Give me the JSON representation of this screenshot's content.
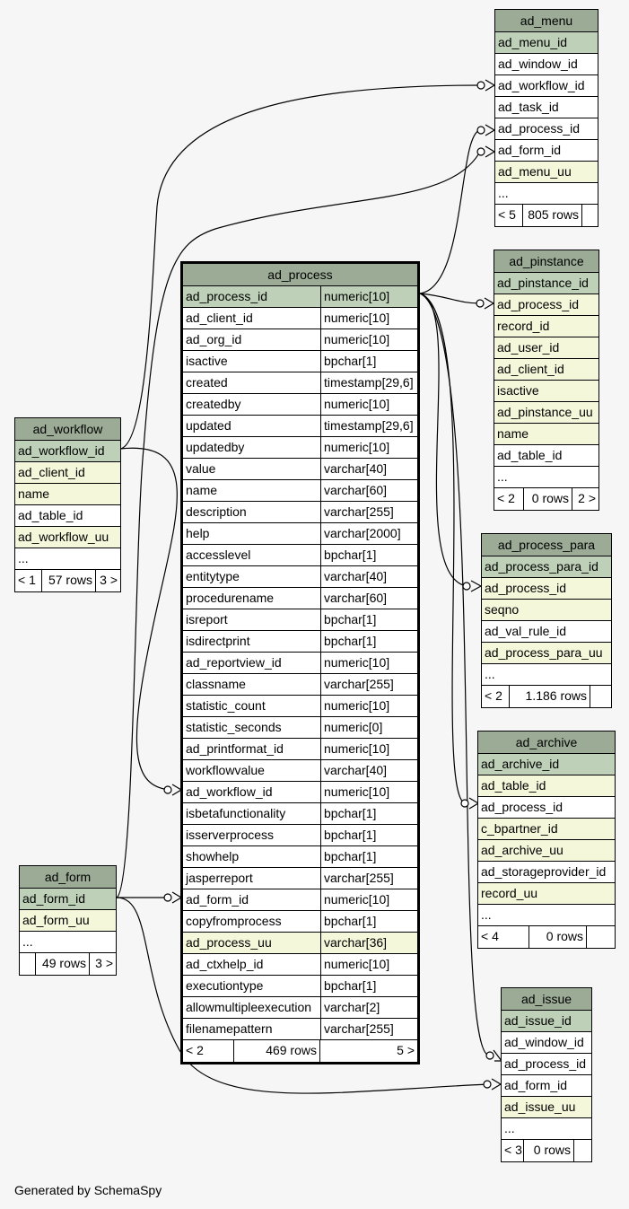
{
  "footer": {
    "credit": "Generated by SchemaSpy"
  },
  "tables": {
    "ad_menu": {
      "title": "ad_menu",
      "columns": [
        {
          "name": "ad_menu_id",
          "kind": "pk"
        },
        {
          "name": "ad_window_id",
          "kind": "plain"
        },
        {
          "name": "ad_workflow_id",
          "kind": "plain"
        },
        {
          "name": "ad_task_id",
          "kind": "plain"
        },
        {
          "name": "ad_process_id",
          "kind": "plain"
        },
        {
          "name": "ad_form_id",
          "kind": "plain"
        },
        {
          "name": "ad_menu_uu",
          "kind": "fk"
        },
        {
          "name": "...",
          "kind": "plain"
        }
      ],
      "footer": {
        "left": "< 5",
        "mid": "805 rows",
        "right": ""
      }
    },
    "ad_pinstance": {
      "title": "ad_pinstance",
      "columns": [
        {
          "name": "ad_pinstance_id",
          "kind": "pk"
        },
        {
          "name": "ad_process_id",
          "kind": "fk"
        },
        {
          "name": "record_id",
          "kind": "fk"
        },
        {
          "name": "ad_user_id",
          "kind": "fk"
        },
        {
          "name": "ad_client_id",
          "kind": "fk"
        },
        {
          "name": "isactive",
          "kind": "fk"
        },
        {
          "name": "ad_pinstance_uu",
          "kind": "fk"
        },
        {
          "name": "name",
          "kind": "fk"
        },
        {
          "name": "ad_table_id",
          "kind": "plain"
        },
        {
          "name": "...",
          "kind": "plain"
        }
      ],
      "footer": {
        "left": "< 2",
        "mid": "0 rows",
        "right": "2 >"
      }
    },
    "ad_process_para": {
      "title": "ad_process_para",
      "columns": [
        {
          "name": "ad_process_para_id",
          "kind": "pk"
        },
        {
          "name": "ad_process_id",
          "kind": "fk"
        },
        {
          "name": "seqno",
          "kind": "fk"
        },
        {
          "name": "ad_val_rule_id",
          "kind": "plain"
        },
        {
          "name": "ad_process_para_uu",
          "kind": "fk"
        },
        {
          "name": "...",
          "kind": "plain"
        }
      ],
      "footer": {
        "left": "< 2",
        "mid": "1.186 rows",
        "right": ""
      }
    },
    "ad_archive": {
      "title": "ad_archive",
      "columns": [
        {
          "name": "ad_archive_id",
          "kind": "pk"
        },
        {
          "name": "ad_table_id",
          "kind": "fk"
        },
        {
          "name": "ad_process_id",
          "kind": "plain"
        },
        {
          "name": "c_bpartner_id",
          "kind": "fk"
        },
        {
          "name": "ad_archive_uu",
          "kind": "fk"
        },
        {
          "name": "ad_storageprovider_id",
          "kind": "plain"
        },
        {
          "name": "record_uu",
          "kind": "fk"
        },
        {
          "name": "...",
          "kind": "plain"
        }
      ],
      "footer": {
        "left": "< 4",
        "mid": "0 rows",
        "right": ""
      }
    },
    "ad_issue": {
      "title": "ad_issue",
      "columns": [
        {
          "name": "ad_issue_id",
          "kind": "pk"
        },
        {
          "name": "ad_window_id",
          "kind": "plain"
        },
        {
          "name": "ad_process_id",
          "kind": "plain"
        },
        {
          "name": "ad_form_id",
          "kind": "plain"
        },
        {
          "name": "ad_issue_uu",
          "kind": "fk"
        },
        {
          "name": "...",
          "kind": "plain"
        }
      ],
      "footer": {
        "left": "< 3",
        "mid": "0 rows",
        "right": ""
      }
    },
    "ad_workflow": {
      "title": "ad_workflow",
      "columns": [
        {
          "name": "ad_workflow_id",
          "kind": "pk"
        },
        {
          "name": "ad_client_id",
          "kind": "fk"
        },
        {
          "name": "name",
          "kind": "fk"
        },
        {
          "name": "ad_table_id",
          "kind": "plain"
        },
        {
          "name": "ad_workflow_uu",
          "kind": "fk"
        },
        {
          "name": "...",
          "kind": "plain"
        }
      ],
      "footer": {
        "left": "< 1",
        "mid": "57 rows",
        "right": "3 >"
      }
    },
    "ad_form": {
      "title": "ad_form",
      "columns": [
        {
          "name": "ad_form_id",
          "kind": "pk"
        },
        {
          "name": "ad_form_uu",
          "kind": "fk"
        },
        {
          "name": "...",
          "kind": "plain"
        }
      ],
      "footer": {
        "left": "",
        "mid": "49 rows",
        "right": "3 >"
      }
    },
    "ad_process": {
      "title": "ad_process",
      "columns": [
        {
          "name": "ad_process_id",
          "type": "numeric[10]",
          "kind": "pk"
        },
        {
          "name": "ad_client_id",
          "type": "numeric[10]",
          "kind": "plain"
        },
        {
          "name": "ad_org_id",
          "type": "numeric[10]",
          "kind": "plain"
        },
        {
          "name": "isactive",
          "type": "bpchar[1]",
          "kind": "plain"
        },
        {
          "name": "created",
          "type": "timestamp[29,6]",
          "kind": "plain"
        },
        {
          "name": "createdby",
          "type": "numeric[10]",
          "kind": "plain"
        },
        {
          "name": "updated",
          "type": "timestamp[29,6]",
          "kind": "plain"
        },
        {
          "name": "updatedby",
          "type": "numeric[10]",
          "kind": "plain"
        },
        {
          "name": "value",
          "type": "varchar[40]",
          "kind": "plain"
        },
        {
          "name": "name",
          "type": "varchar[60]",
          "kind": "plain"
        },
        {
          "name": "description",
          "type": "varchar[255]",
          "kind": "plain"
        },
        {
          "name": "help",
          "type": "varchar[2000]",
          "kind": "plain"
        },
        {
          "name": "accesslevel",
          "type": "bpchar[1]",
          "kind": "plain"
        },
        {
          "name": "entitytype",
          "type": "varchar[40]",
          "kind": "plain"
        },
        {
          "name": "procedurename",
          "type": "varchar[60]",
          "kind": "plain"
        },
        {
          "name": "isreport",
          "type": "bpchar[1]",
          "kind": "plain"
        },
        {
          "name": "isdirectprint",
          "type": "bpchar[1]",
          "kind": "plain"
        },
        {
          "name": "ad_reportview_id",
          "type": "numeric[10]",
          "kind": "plain"
        },
        {
          "name": "classname",
          "type": "varchar[255]",
          "kind": "plain"
        },
        {
          "name": "statistic_count",
          "type": "numeric[10]",
          "kind": "plain"
        },
        {
          "name": "statistic_seconds",
          "type": "numeric[0]",
          "kind": "plain"
        },
        {
          "name": "ad_printformat_id",
          "type": "numeric[10]",
          "kind": "plain"
        },
        {
          "name": "workflowvalue",
          "type": "varchar[40]",
          "kind": "plain"
        },
        {
          "name": "ad_workflow_id",
          "type": "numeric[10]",
          "kind": "plain"
        },
        {
          "name": "isbetafunctionality",
          "type": "bpchar[1]",
          "kind": "plain"
        },
        {
          "name": "isserverprocess",
          "type": "bpchar[1]",
          "kind": "plain"
        },
        {
          "name": "showhelp",
          "type": "bpchar[1]",
          "kind": "plain"
        },
        {
          "name": "jasperreport",
          "type": "varchar[255]",
          "kind": "plain"
        },
        {
          "name": "ad_form_id",
          "type": "numeric[10]",
          "kind": "plain"
        },
        {
          "name": "copyfromprocess",
          "type": "bpchar[1]",
          "kind": "plain"
        },
        {
          "name": "ad_process_uu",
          "type": "varchar[36]",
          "kind": "fk"
        },
        {
          "name": "ad_ctxhelp_id",
          "type": "numeric[10]",
          "kind": "plain"
        },
        {
          "name": "executiontype",
          "type": "bpchar[1]",
          "kind": "plain"
        },
        {
          "name": "allowmultipleexecution",
          "type": "varchar[2]",
          "kind": "plain"
        },
        {
          "name": "filenamepattern",
          "type": "varchar[255]",
          "kind": "plain"
        }
      ],
      "footer": {
        "left": "< 2",
        "mid": "469 rows",
        "right": "5 >"
      }
    }
  }
}
